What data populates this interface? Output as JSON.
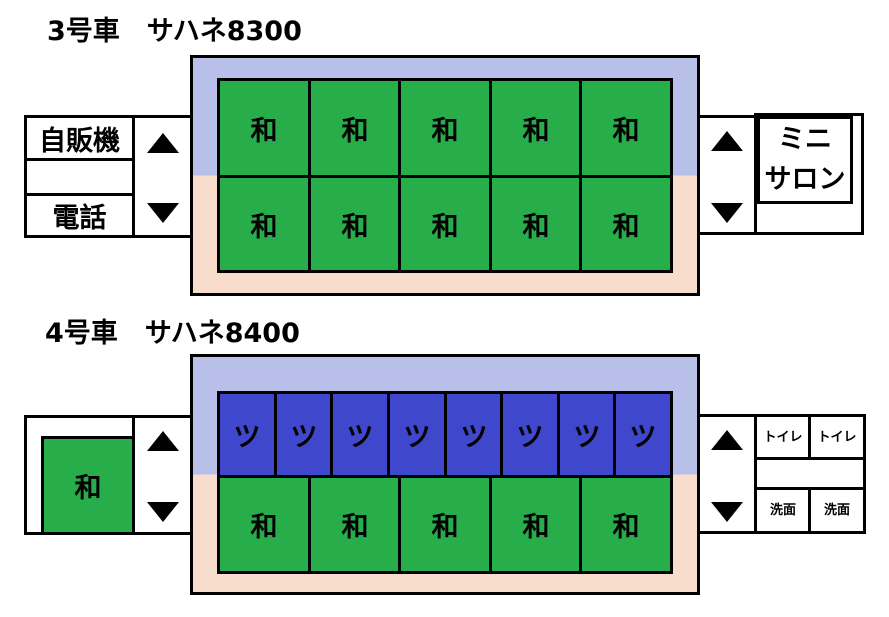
{
  "car3": {
    "title": "3号車　サハネ8300",
    "left": {
      "vending": "自販機",
      "phone": "電話"
    },
    "right": {
      "salon_line1": "ミニ",
      "salon_line2": "サロン"
    },
    "upper_row": [
      "和",
      "和",
      "和",
      "和",
      "和"
    ],
    "lower_row": [
      "和",
      "和",
      "和",
      "和",
      "和"
    ]
  },
  "car4": {
    "title": "4号車　サハネ8400",
    "left": {
      "room": "和"
    },
    "right": {
      "toilet_1": "トイレ",
      "toilet_2": "トイレ",
      "washroom_1": "洗面",
      "washroom_2": "洗面"
    },
    "upper_row": [
      "ツ",
      "ツ",
      "ツ",
      "ツ",
      "ツ",
      "ツ",
      "ツ",
      "ツ"
    ],
    "lower_row": [
      "和",
      "和",
      "和",
      "和",
      "和"
    ]
  },
  "colors": {
    "japanese_room": "#27ae4a",
    "tsu_room": "#3f48cc",
    "upper_aisle": "#b8c0ea",
    "lower_aisle": "#f8dccc"
  }
}
